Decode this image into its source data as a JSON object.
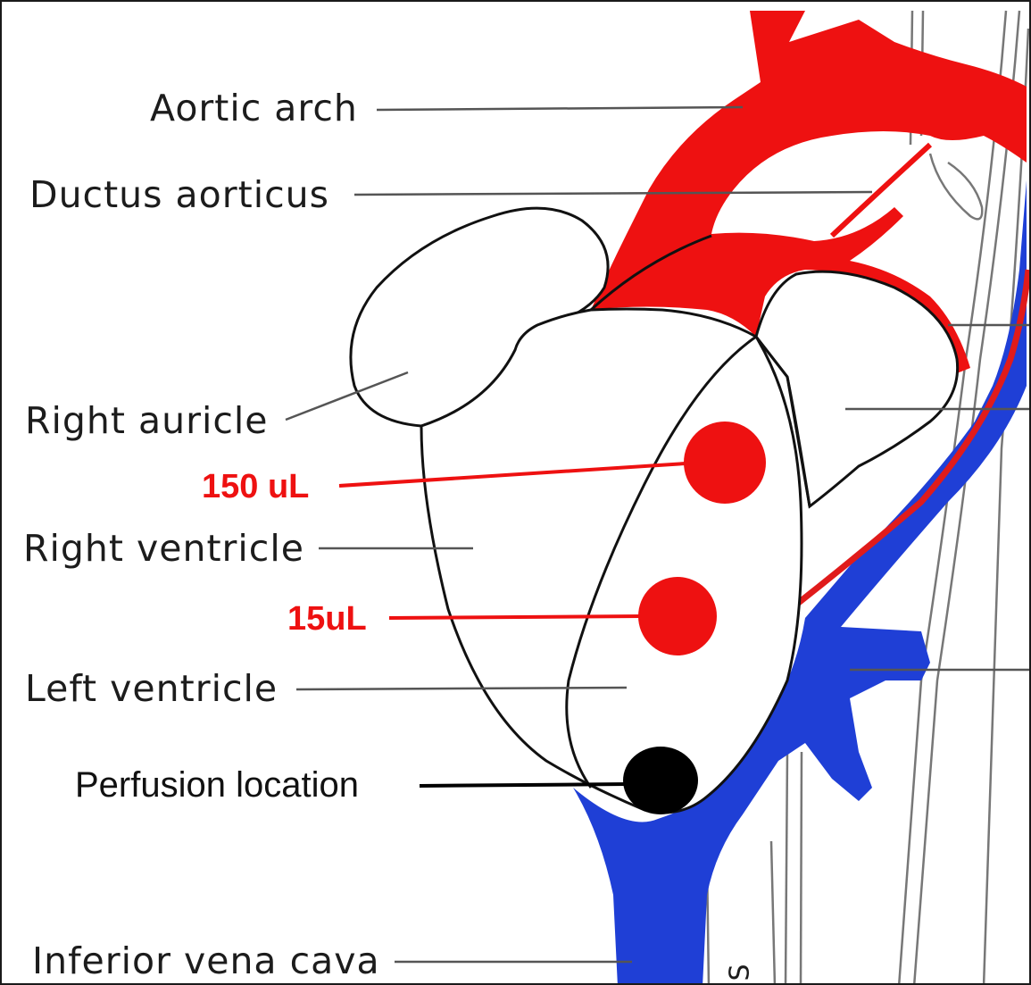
{
  "labels": {
    "aortic_arch": "Aortic arch",
    "ductus_aorticus": "Ductus aorticus",
    "right_auricle": "Right auricle",
    "right_ventricle": "Right ventricle",
    "left_ventricle": "Left ventricle",
    "perfusion_location": "Perfusion location",
    "inferior_vena_cava": "Inferior vena cava",
    "edge_letter": "S"
  },
  "injections": [
    {
      "volume": "150 uL"
    },
    {
      "volume": "15uL"
    }
  ],
  "colors": {
    "arterial": "#ee1111",
    "venous": "#1f3fd6",
    "outline": "#111111",
    "leader": "#555555",
    "perfusion_marker": "#000000"
  }
}
